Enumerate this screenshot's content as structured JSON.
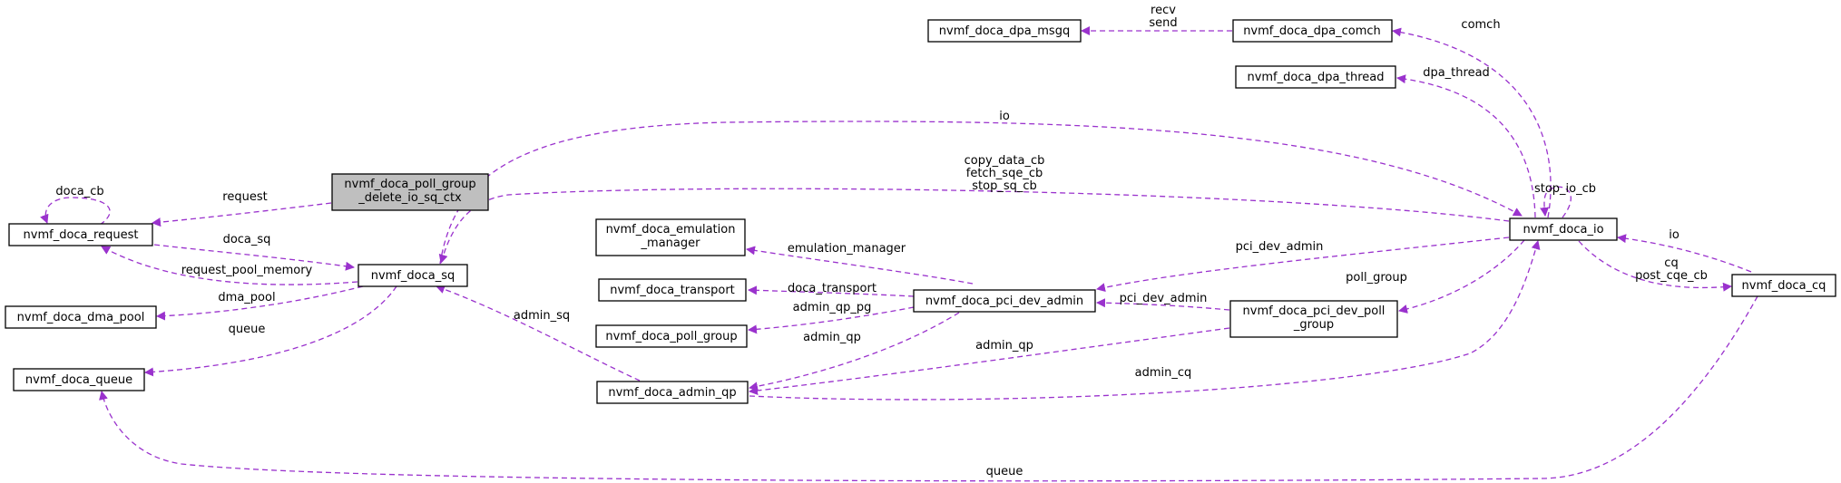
{
  "colors": {
    "edge": "#9a32cd",
    "focus_fill": "#bfbfbf",
    "node_border": "#000000"
  },
  "nodes": {
    "poll_group_ctx": [
      "nvmf_doca_poll_group",
      "_delete_io_sq_ctx"
    ],
    "request": [
      "nvmf_doca_request"
    ],
    "dma_pool": [
      "nvmf_doca_dma_pool"
    ],
    "queue": [
      "nvmf_doca_queue"
    ],
    "sq": [
      "nvmf_doca_sq"
    ],
    "emulation_manager": [
      "nvmf_doca_emulation",
      "_manager"
    ],
    "transport": [
      "nvmf_doca_transport"
    ],
    "poll_group": [
      "nvmf_doca_poll_group"
    ],
    "admin_qp": [
      "nvmf_doca_admin_qp"
    ],
    "pci_dev_admin": [
      "nvmf_doca_pci_dev_admin"
    ],
    "pci_dev_poll_group": [
      "nvmf_doca_pci_dev_poll",
      "_group"
    ],
    "dpa_msgq": [
      "nvmf_doca_dpa_msgq"
    ],
    "dpa_comch": [
      "nvmf_doca_dpa_comch"
    ],
    "dpa_thread": [
      "nvmf_doca_dpa_thread"
    ],
    "io": [
      "nvmf_doca_io"
    ],
    "cq": [
      "nvmf_doca_cq"
    ]
  },
  "edge_labels": {
    "doca_cb": [
      "doca_cb"
    ],
    "request": [
      "request"
    ],
    "doca_sq": [
      "doca_sq"
    ],
    "request_pool_memory": [
      "request_pool_memory"
    ],
    "dma_pool": [
      "dma_pool"
    ],
    "queue_sq": [
      "queue"
    ],
    "admin_sq": [
      "admin_sq"
    ],
    "io_sq": [
      "io"
    ],
    "callbacks": [
      "copy_data_cb",
      "fetch_sqe_cb",
      "stop_sq_cb"
    ],
    "emulation_manager": [
      "emulation_manager"
    ],
    "doca_transport": [
      "doca_transport"
    ],
    "admin_qp_pg": [
      "admin_qp_pg"
    ],
    "admin_qp": [
      "admin_qp"
    ],
    "pci_dev_admin_io": [
      "pci_dev_admin"
    ],
    "pci_dev_admin_pg": [
      "pci_dev_admin"
    ],
    "admin_qp_pg2": [
      "admin_qp"
    ],
    "admin_cq": [
      "admin_cq"
    ],
    "poll_group": [
      "poll_group"
    ],
    "recv_send": [
      "recv",
      "send"
    ],
    "comch": [
      "comch"
    ],
    "dpa_thread": [
      "dpa_thread"
    ],
    "stop_io_cb": [
      "stop_io_cb"
    ],
    "io_cq": [
      "io"
    ],
    "cq_post": [
      "cq",
      "post_cqe_cb"
    ],
    "queue_cq": [
      "queue"
    ]
  }
}
